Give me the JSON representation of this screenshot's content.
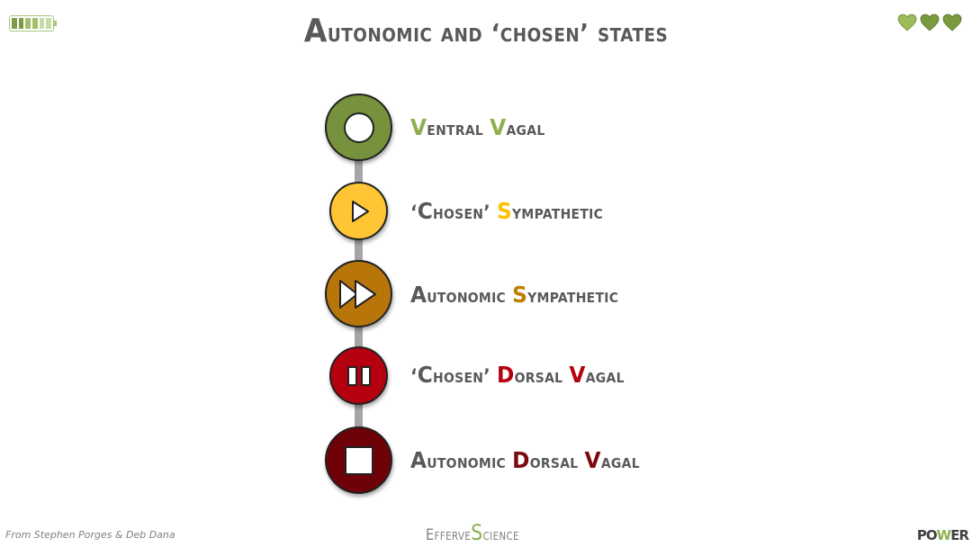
{
  "header": {
    "title_first_letter": "A",
    "title_rest": "utonomic and ‘chosen’ states",
    "battery": {
      "icon": "battery-icon",
      "cell_colors": [
        "#7d9a46",
        "#7d9a46",
        "#a3bf6b",
        "#a3bf6b",
        "#c8dba7",
        "#c8dba7"
      ]
    },
    "hearts": {
      "icon": "green-heart-icon",
      "count": 3,
      "colors": [
        "#9cbb5b",
        "#7a9a3d",
        "#7a9a3d"
      ]
    }
  },
  "states": [
    {
      "name": "ventral-vagal",
      "icon": "record-icon",
      "fill": "#76923c",
      "accent": "#8db050",
      "parts": [
        {
          "cap": "V",
          "rest": "entral ",
          "accent": true
        },
        {
          "cap": "V",
          "rest": "agal",
          "accent": true
        }
      ]
    },
    {
      "name": "chosen-sympathetic",
      "icon": "play-icon",
      "fill": "#ffc535",
      "accent": "#ffc000",
      "parts": [
        {
          "cap": "",
          "rest": "‘",
          "accent": false
        },
        {
          "cap": "C",
          "rest": "hosen’ ",
          "accent": false
        },
        {
          "cap": "S",
          "rest": "ympathetic",
          "accent": true
        }
      ]
    },
    {
      "name": "autonomic-sympathetic",
      "icon": "fast-forward-icon",
      "fill": "#b8760a",
      "accent": "#bf7f00",
      "parts": [
        {
          "cap": "A",
          "rest": "utonomic ",
          "accent": false
        },
        {
          "cap": "S",
          "rest": "ympathetic",
          "accent": true
        }
      ]
    },
    {
      "name": "chosen-dorsal-vagal",
      "icon": "pause-icon",
      "fill": "#b4000f",
      "accent": "#b4000f",
      "parts": [
        {
          "cap": "",
          "rest": "‘",
          "accent": false
        },
        {
          "cap": "C",
          "rest": "hosen’ ",
          "accent": false
        },
        {
          "cap": "D",
          "rest": "orsal ",
          "accent": true
        },
        {
          "cap": "V",
          "rest": "agal",
          "accent": true
        }
      ]
    },
    {
      "name": "autonomic-dorsal-vagal",
      "icon": "stop-icon",
      "fill": "#6e0208",
      "accent": "#7a0a10",
      "parts": [
        {
          "cap": "A",
          "rest": "utonomic ",
          "accent": false
        },
        {
          "cap": "D",
          "rest": "orsal ",
          "accent": true
        },
        {
          "cap": "V",
          "rest": "agal",
          "accent": true
        }
      ]
    }
  ],
  "footer": {
    "credit": "From Stephen Porges & Deb Dana",
    "brand_pre": "Efferve",
    "brand_s": "S",
    "brand_post": "cience",
    "power_pre": "PO",
    "power_w": "W",
    "power_post": "ER"
  }
}
